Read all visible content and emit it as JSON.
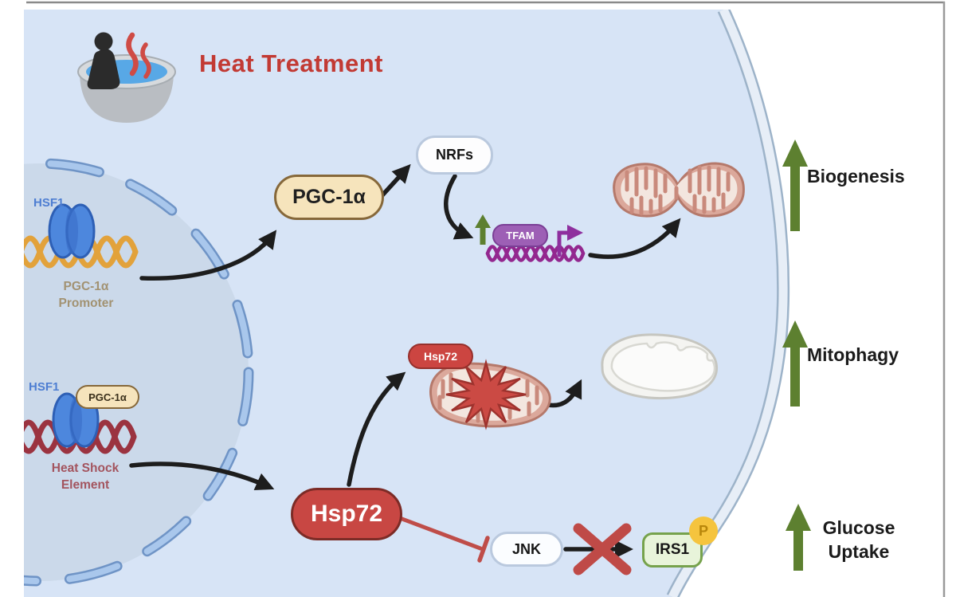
{
  "title": {
    "text": "Heat Treatment"
  },
  "hot_tub_icon": "person-in-hot-tub",
  "nucleus": {
    "top_site": {
      "tf_label": "HSF1",
      "line1": "PGC-1α",
      "line2": "Promoter"
    },
    "bottom_site": {
      "tf_label": "HSF1",
      "cofactor_label": "PGC-1α",
      "line1": "Heat Shock",
      "line2": "Element"
    }
  },
  "nodes": {
    "pgc1a": "PGC-1α",
    "nrfs": "NRFs",
    "tfam": "TFAM",
    "hsp72_tag": "Hsp72",
    "hsp72": "Hsp72",
    "jnk": "JNK",
    "irs1": "IRS1",
    "phosphate": "P"
  },
  "outcomes": {
    "biogenesis": "Biogenesis",
    "mitophagy": "Mitophagy",
    "glucose_line1": "Glucose",
    "glucose_line2": "Uptake"
  },
  "colors": {
    "title": "#c23a34",
    "cytoplasm": "#d7e4f6",
    "nucleus": "#cbd9ea",
    "nuclear_envelope": "#a9c7ec",
    "cell_membrane_edge": "#9db3c9",
    "green_arrow": "#5d8030",
    "black_arrow": "#1d1d1d",
    "inhibition_red": "#bf4d49",
    "pgc1a_pill": "#f6e4bc",
    "hsp72_pill": "#c84743",
    "tfam_pill": "#9d5fb5",
    "nrfs_pill": "#fdfdfe",
    "irs1_pill": "#e8f4da",
    "phosphate_badge": "#f5c43e",
    "dna_promoter": "#e2a23b",
    "dna_heat_shock_element": "#9b3340",
    "dna_mitochondrial": "#93278f",
    "mitochondria": "#dba89b"
  }
}
